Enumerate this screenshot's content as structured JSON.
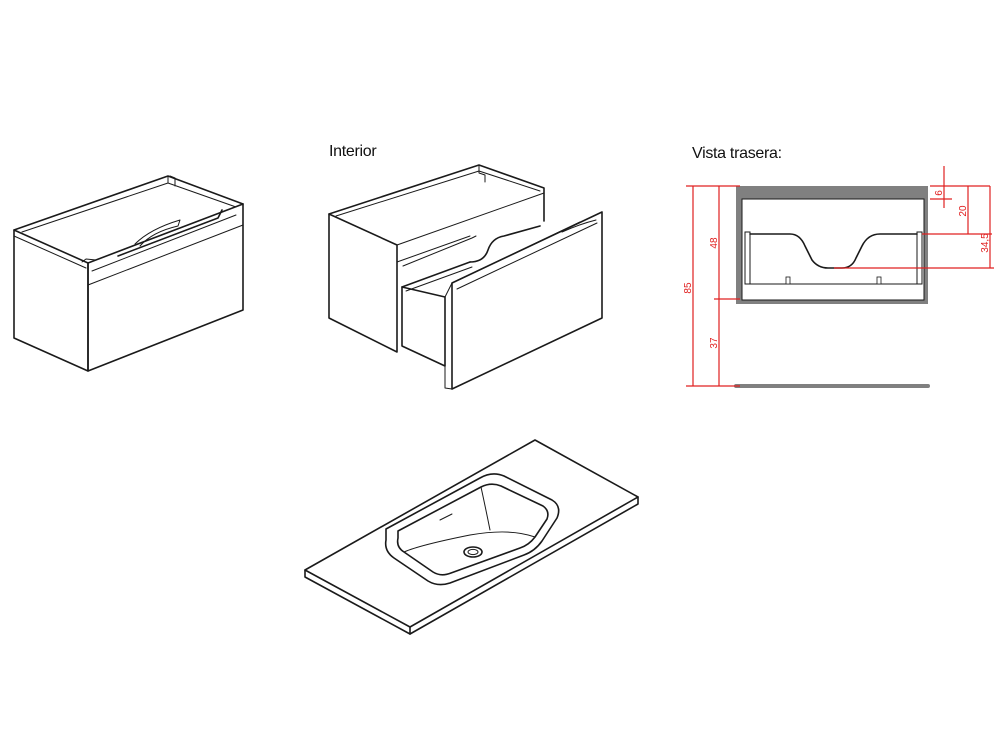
{
  "labels": {
    "interior": "Interior",
    "rear_view": "Vista trasera:"
  },
  "dimensions": {
    "total_height": "85",
    "cabinet_height": "48",
    "leg_height": "37",
    "top_offset": "6",
    "upper_gap": "20",
    "basket_depth": "34,5"
  },
  "colors": {
    "line": "#1a1a1a",
    "dimension": "#e02020",
    "panel_grey": "#808080"
  }
}
